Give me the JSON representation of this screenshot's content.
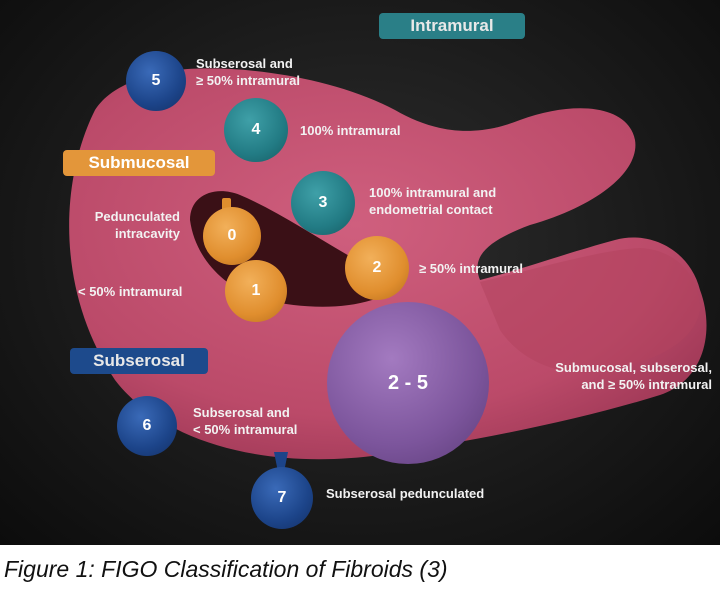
{
  "figure": {
    "tags": {
      "intramural": "Intramural",
      "submucosal": "Submucosal",
      "subserosal": "Subserosal"
    },
    "fibroids": [
      {
        "number": "0",
        "label": [
          "Pedunculated",
          "intracavity"
        ]
      },
      {
        "number": "1",
        "label": [
          "< 50% intramural"
        ]
      },
      {
        "number": "2",
        "label": [
          "≥ 50% intramural"
        ]
      },
      {
        "number": "3",
        "label": [
          "100% intramural and",
          "endometrial contact"
        ]
      },
      {
        "number": "4",
        "label": [
          "100% intramural"
        ]
      },
      {
        "number": "5",
        "label": [
          "Subserosal and",
          "≥ 50% intramural"
        ]
      },
      {
        "number": "6",
        "label": [
          "Subserosal and",
          "< 50% intramural"
        ]
      },
      {
        "number": "7",
        "label": [
          "Subserosal pedunculated"
        ]
      },
      {
        "number": "2 - 5",
        "label": [
          "Submucosal, subserosal,",
          "and ≥ 50% intramural"
        ]
      }
    ],
    "colors": {
      "uterus": "#c1506f",
      "cavity": "#3a1016",
      "intramural_tag": "#2a7f87",
      "submucosal_tag": "#e3963a",
      "subserosal_tag": "#1d4a8c",
      "navy": "#1c4489",
      "teal": "#227b84",
      "orange": "#e08e2e",
      "purple": "#7c559c"
    }
  },
  "caption": "Figure 1: FIGO Classification of Fibroids (3)"
}
